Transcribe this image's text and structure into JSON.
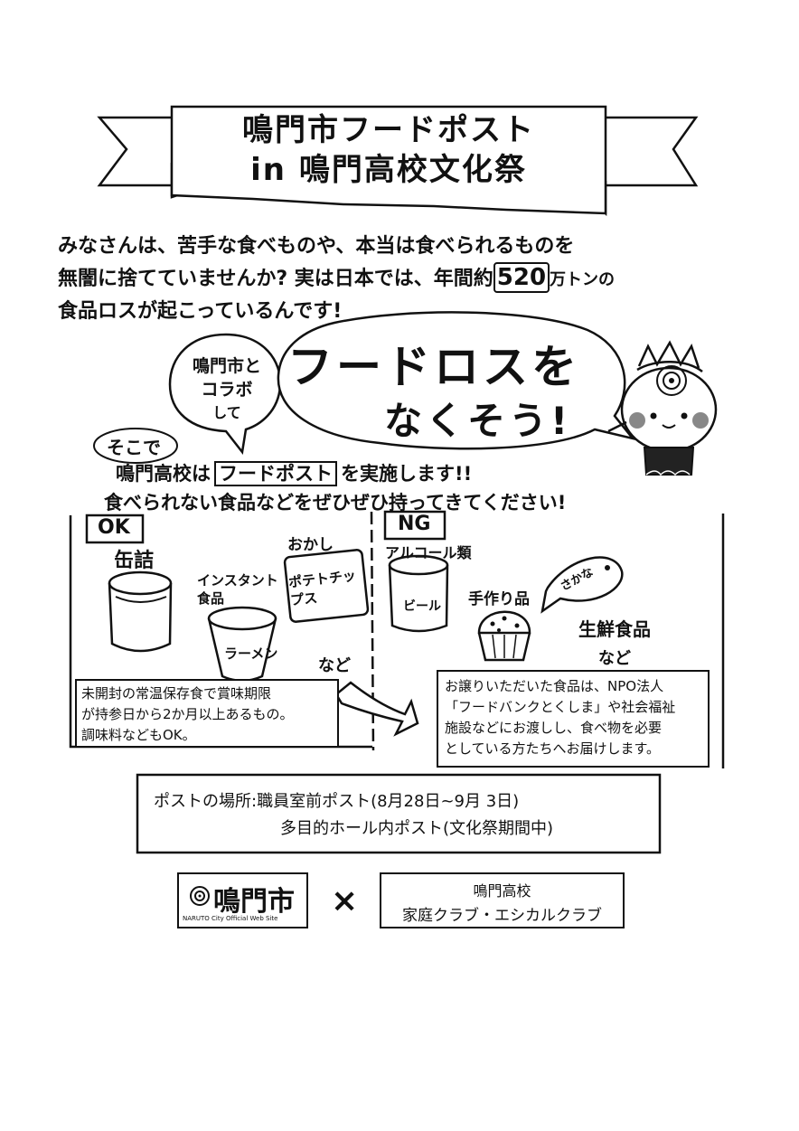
{
  "title": {
    "line1": "鳴門市フードポスト",
    "line2": "in 鳴門高校文化祭"
  },
  "intro": {
    "line1": "みなさんは、苦手な食べものや、本当は食べられるものを",
    "line2a": "無闇に捨てていませんか? 実は日本では、年間約",
    "line2b": "520",
    "line2c": "万トンの",
    "line3": "食品ロスが起こっているんです!"
  },
  "speech_small": {
    "l1": "鳴門市と",
    "l2": "コラボ",
    "l3": "して"
  },
  "speech_big": {
    "l1": "フードロスを",
    "l2": "なくそう!"
  },
  "call": {
    "soko": "そこで",
    "l1a": "鳴門高校は",
    "l1b": "フードポスト",
    "l1c": "を実施します!!",
    "l2": "食べられない食品などをぜひぜひ持ってきてください!"
  },
  "ok": {
    "badge": "OK",
    "can_label": "缶詰",
    "instant_label": "インスタント食品",
    "cup_text": "ラーメン",
    "snack_label": "おかし",
    "snack_text": "ポテトチップス",
    "etc": "など",
    "desc": [
      "未開封の常温保存食で賞味期限",
      "が持参日から2か月以上あるもの。",
      "調味料などもOK。"
    ]
  },
  "ng": {
    "badge": "NG",
    "alcohol_label": "アルコール類",
    "beer_text": "ビール",
    "homemade_label": "手作り品",
    "fresh_label": "生鮮食品",
    "fish_text": "さかな",
    "etc": "など",
    "desc": [
      "お譲りいただいた食品は、NPO法人",
      "「フードバンクとくしま」や社会福祉",
      "施設などにお渡しし、食べ物を必要",
      "としている方たちへお届けします。"
    ]
  },
  "post": {
    "label": "ポストの場所:",
    "loc1": "職員室前ポスト(8月28日~9月 3日)",
    "loc2": "多目的ホール内ポスト(文化祭期間中)"
  },
  "footer": {
    "city_logo": "鳴門市",
    "city_sub": "NARUTO City Official Web Site",
    "cross": "×",
    "school": "鳴門高校",
    "clubs": "家庭クラブ・エシカルクラブ"
  }
}
